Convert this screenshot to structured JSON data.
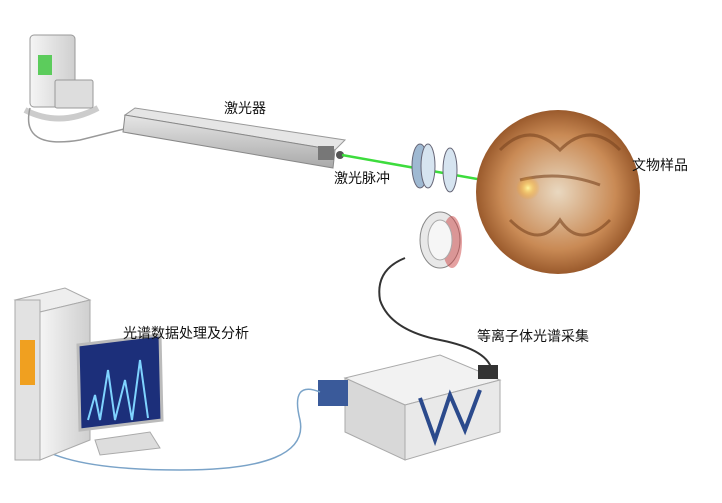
{
  "labels": {
    "laser": "激光器",
    "laser_pulse": "激光脉冲",
    "sample": "文物样品",
    "analysis": "光谱数据处理及分析",
    "plasma_collection": "等离子体光谱采集"
  },
  "colors": {
    "beam": "#3ddc3d",
    "jade": "#c98a55",
    "device_gray": "#c8c8c8"
  }
}
